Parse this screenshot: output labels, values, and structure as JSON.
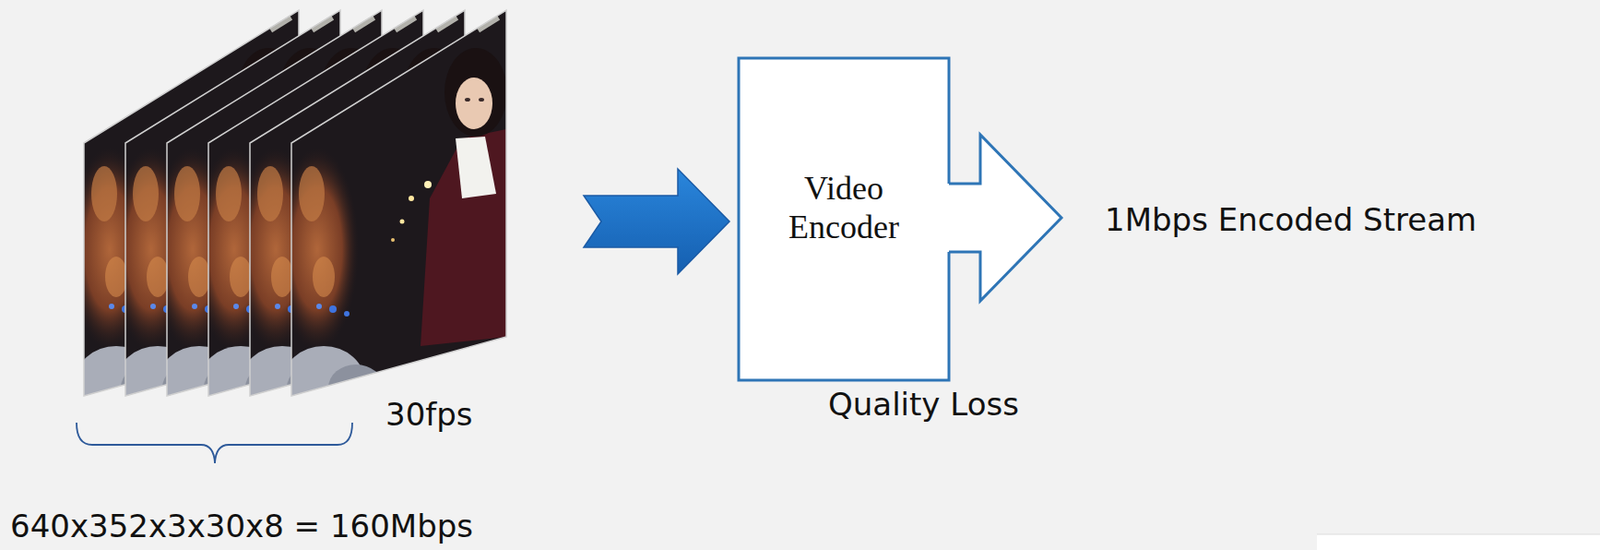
{
  "diagram": {
    "nodes": [
      {
        "text": [
          "Video Encoder"
        ]
      }
    ],
    "labels": [
      "1Mbps Encoded Stream",
      "Quality Loss",
      "30fps",
      "640x352x3x30x8 = 160Mbps"
    ]
  }
}
